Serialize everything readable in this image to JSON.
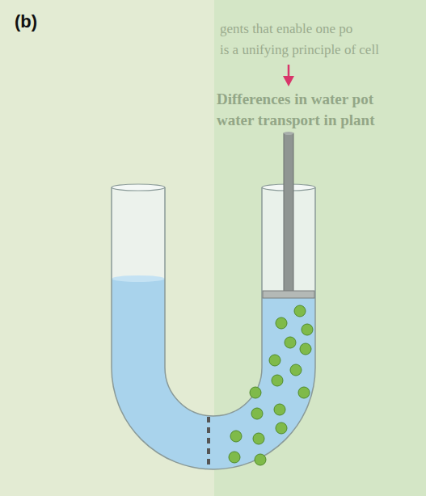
{
  "diagram": {
    "labels": [
      "(b)",
      "gents that enable one po",
      "is a unifying principle of cell",
      "Differences in water pot",
      "water transport in plant"
    ]
  }
}
